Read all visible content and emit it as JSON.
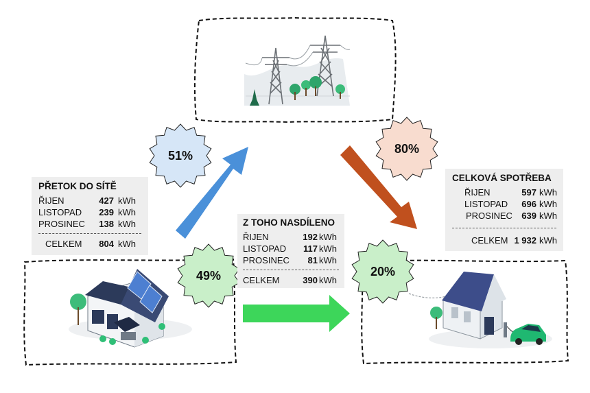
{
  "export_panel": {
    "title": "PŘETOK DO SÍTĚ",
    "rows": [
      {
        "label": "ŘIJEN",
        "value": "427",
        "unit": "kWh"
      },
      {
        "label": "LISTOPAD",
        "value": "239",
        "unit": "kWh"
      },
      {
        "label": "PROSINEC",
        "value": "138",
        "unit": "kWh"
      }
    ],
    "total": {
      "label": "CELKEM",
      "value": "804",
      "unit": "kWh"
    }
  },
  "shared_panel": {
    "title": "Z TOHO NASDÍLENO",
    "rows": [
      {
        "label": "ŘIJEN",
        "value": "192",
        "unit": "kWh"
      },
      {
        "label": "LISTOPAD",
        "value": "117",
        "unit": "kWh"
      },
      {
        "label": "PROSINEC",
        "value": "81",
        "unit": "kWh"
      }
    ],
    "total": {
      "label": "CELKEM",
      "value": "390",
      "unit": "kWh"
    }
  },
  "consumption_panel": {
    "title": "CELKOVÁ SPOTŘEBA",
    "rows": [
      {
        "label": "ŘIJEN",
        "value": "597",
        "unit": "kWh"
      },
      {
        "label": "LISTOPAD",
        "value": "696",
        "unit": "kWh"
      },
      {
        "label": "PROSINEC",
        "value": "639",
        "unit": "kWh"
      }
    ],
    "total": {
      "label": "CELKEM",
      "value": "1 932",
      "unit": "kWh"
    }
  },
  "badges": {
    "to_grid": "51%",
    "from_grid": "80%",
    "shared_source": "49%",
    "shared_consumer": "20%"
  },
  "colors": {
    "arrow_up": "#4a90d9",
    "arrow_down": "#c0501e",
    "arrow_shared": "#3dd65a",
    "badge_blue": "#d6e6f7",
    "badge_orange": "#f8dccf",
    "badge_green": "#c9efc9",
    "panel_bg": "#eeeeee"
  },
  "icons": [
    "power-lines-icon",
    "solar-house-icon",
    "house-with-ev-icon"
  ]
}
